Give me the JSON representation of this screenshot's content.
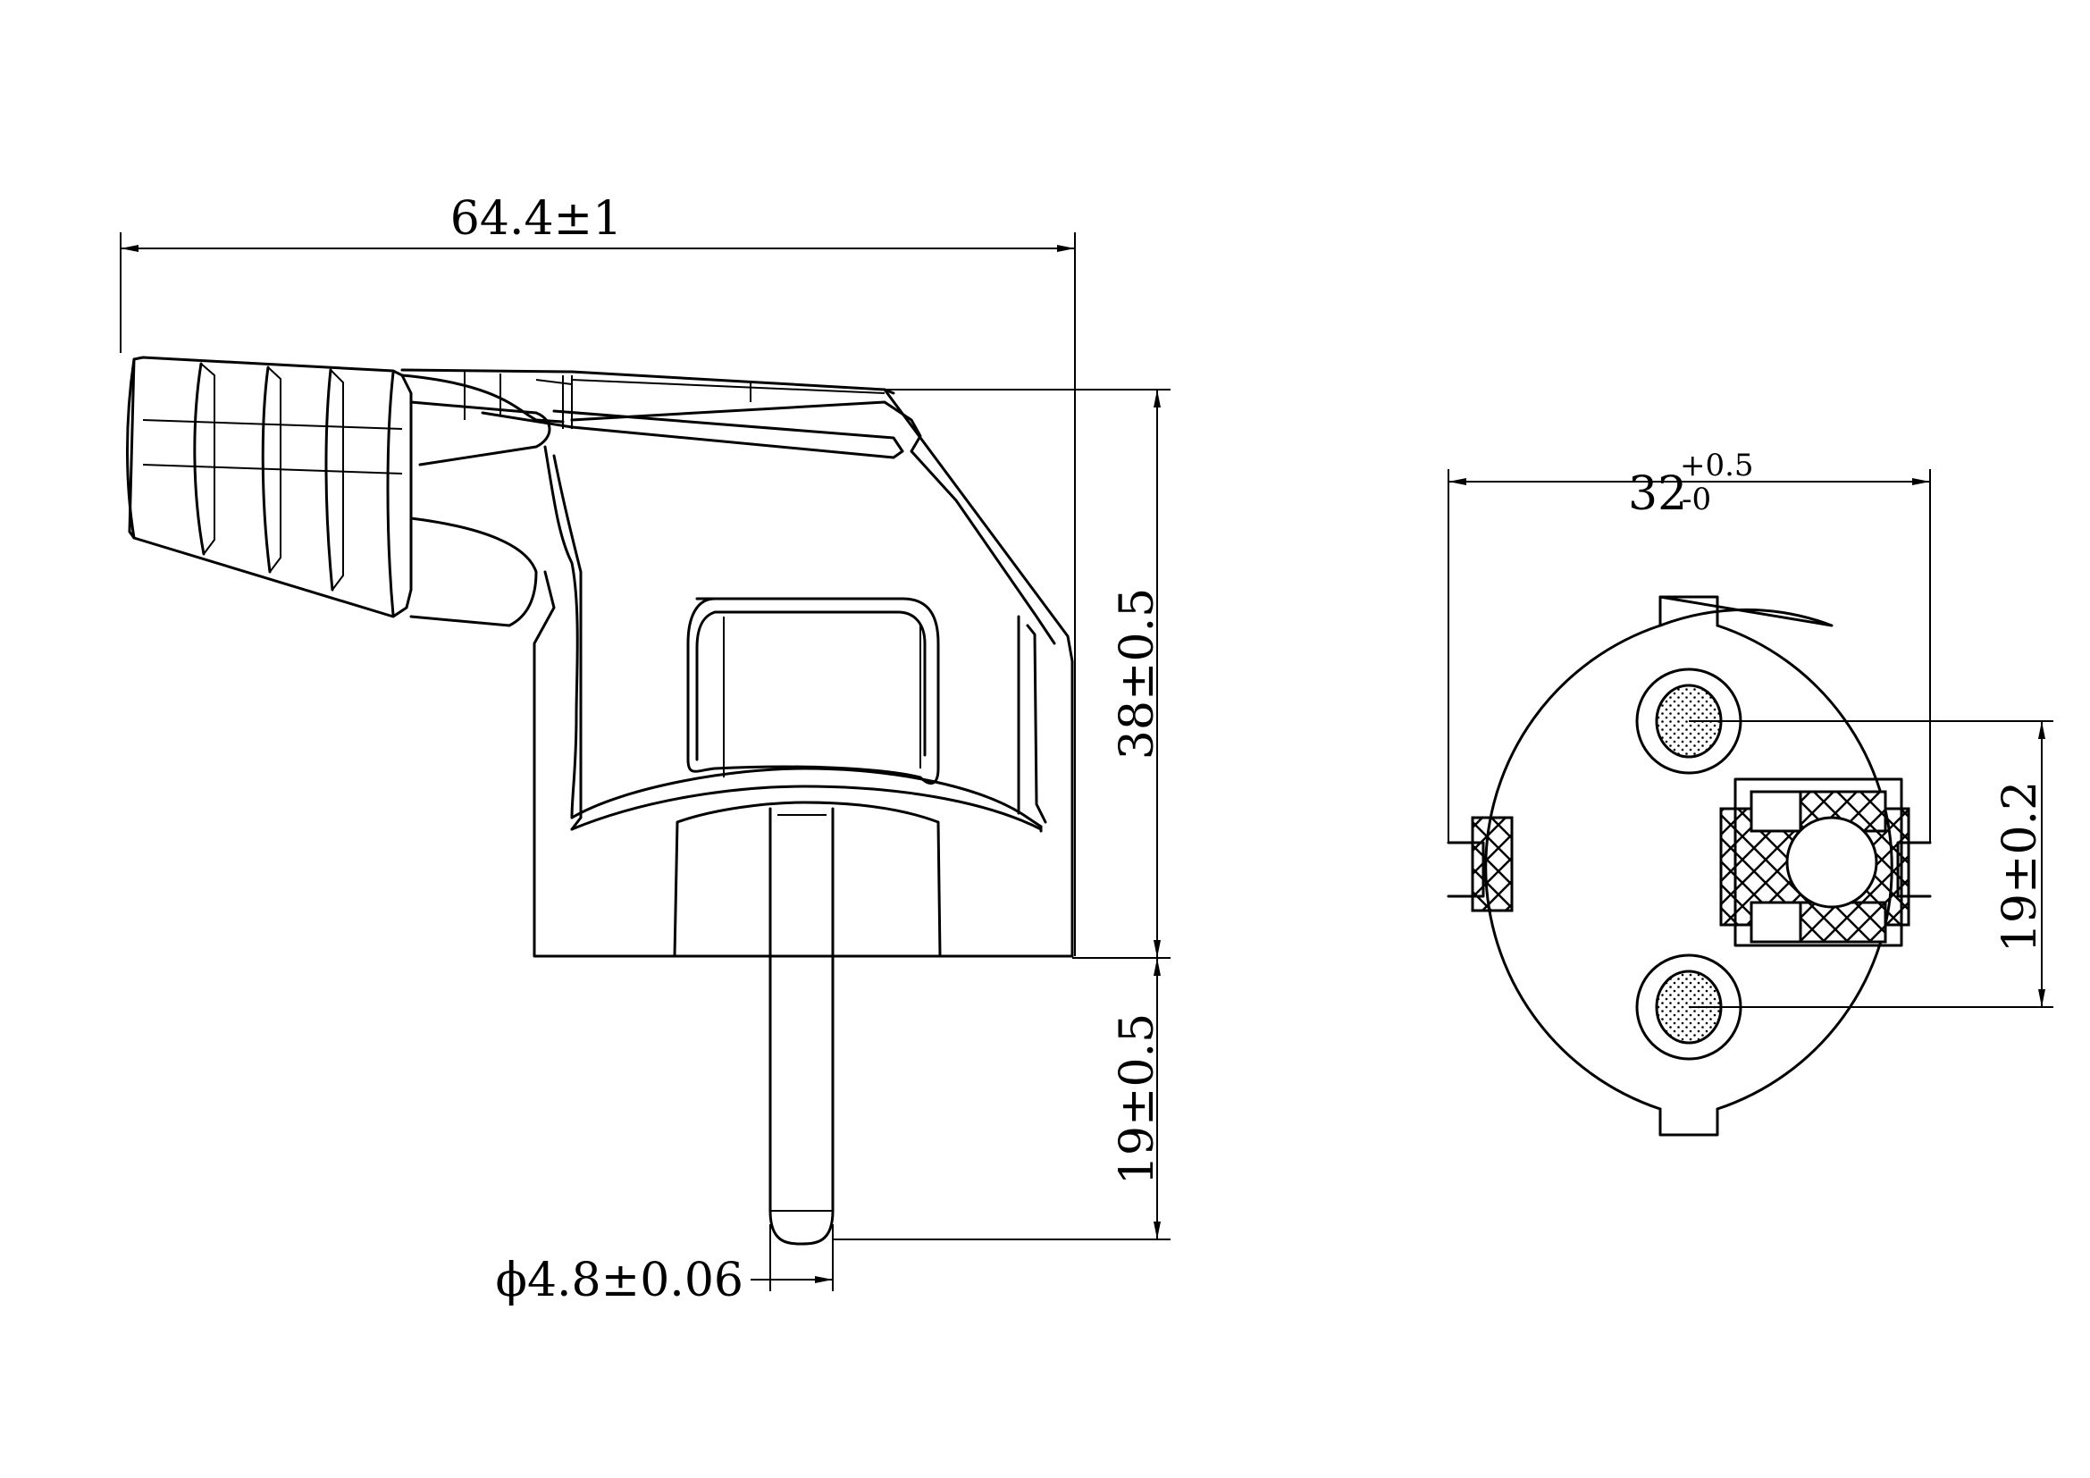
{
  "side_view": {
    "dim_width": "64.4±1",
    "dim_body_height": "38±0.5",
    "dim_pin_length": "19±0.5",
    "dim_pin_diameter": "ϕ4.8±0.06"
  },
  "front_view": {
    "dim_diameter_base": "32",
    "dim_diameter_upper_tol": "+0.5",
    "dim_diameter_lower_tol": "-0",
    "dim_pin_spacing": "19±0.2"
  },
  "icons": [
    "plug-side-view",
    "plug-face-view"
  ]
}
